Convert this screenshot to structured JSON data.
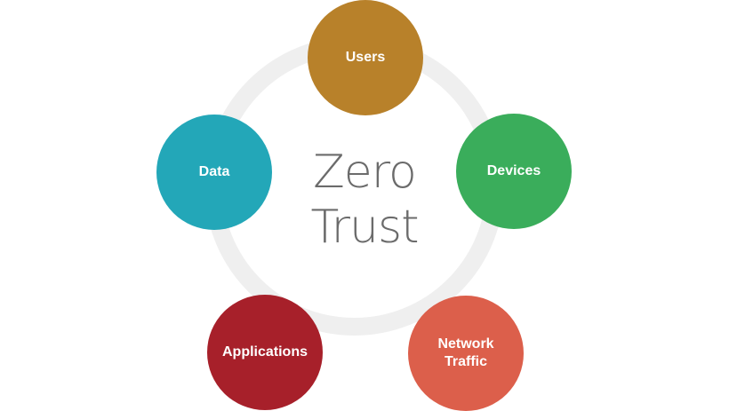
{
  "diagram": {
    "center": {
      "line1": "Zero",
      "line2": "Trust"
    },
    "nodes": [
      {
        "label": "Users",
        "color": "#b8812a"
      },
      {
        "label": "Devices",
        "color": "#3aad5b"
      },
      {
        "label": "Network\nTraffic",
        "color": "#dc5f4b"
      },
      {
        "label": "Applications",
        "color": "#a7202a"
      },
      {
        "label": "Data",
        "color": "#23a7b8"
      }
    ],
    "ring_color": "#efefef",
    "text_color": "#6b6b6b"
  }
}
